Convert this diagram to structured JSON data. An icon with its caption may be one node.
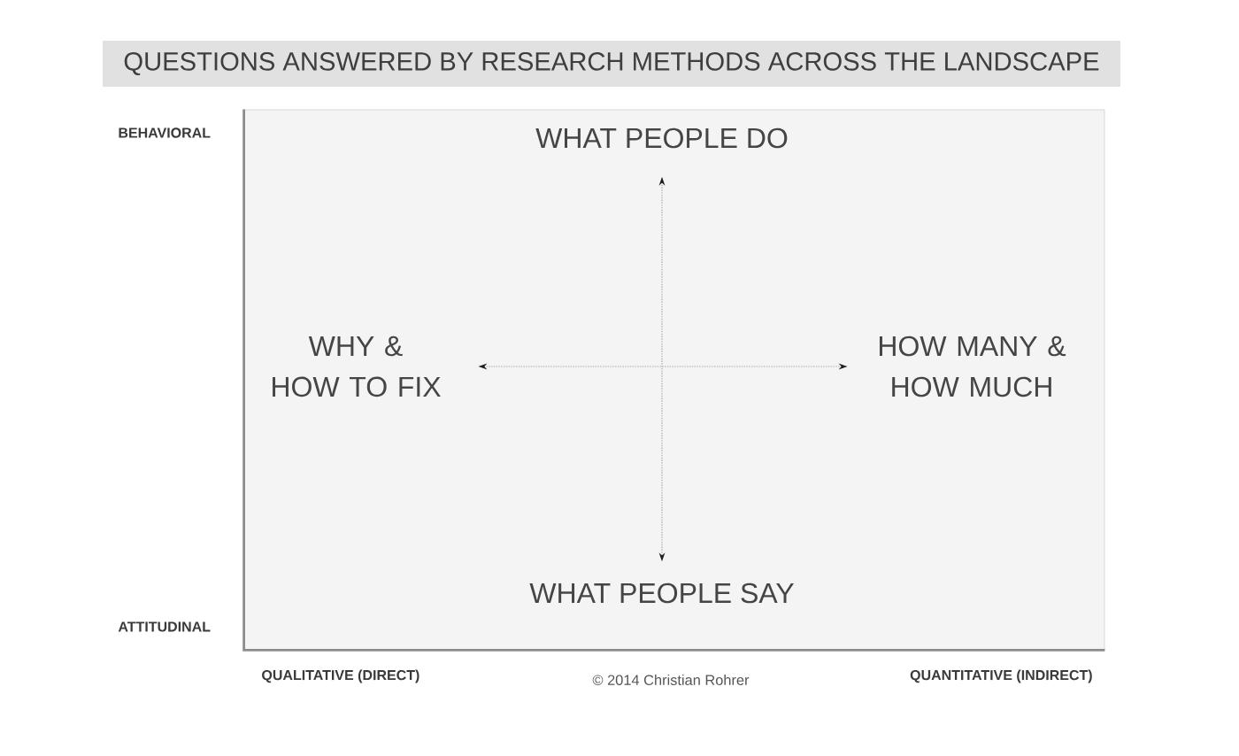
{
  "diagram": {
    "title": "QUESTIONS ANSWERED BY RESEARCH METHODS ACROSS THE LANDSCAPE",
    "nodes": [
      {
        "text": [],
        "shape": "box"
      },
      {
        "text": [
          "WHAT PEOPLE DO"
        ],
        "in": 0
      },
      {
        "text": [
          "WHY & HOW TO FIX"
        ],
        "in": 0
      },
      {
        "text": [
          "HOW MANY & HOW MUCH"
        ],
        "in": 0
      },
      {
        "text": [
          "WHAT PEOPLE SAY"
        ],
        "in": 0
      }
    ],
    "edges": [
      {
        "from": 1,
        "to": 4,
        "arrow": "both",
        "style": "dashed"
      },
      {
        "from": 2,
        "to": 3,
        "arrow": "both",
        "style": "dashed"
      }
    ],
    "labels": [
      "BEHAVIORAL",
      "ATTITUDINAL",
      "QUALITATIVE (DIRECT)",
      "© 2014 Christian Rohrer",
      "QUANTITATIVE (INDIRECT)"
    ]
  }
}
